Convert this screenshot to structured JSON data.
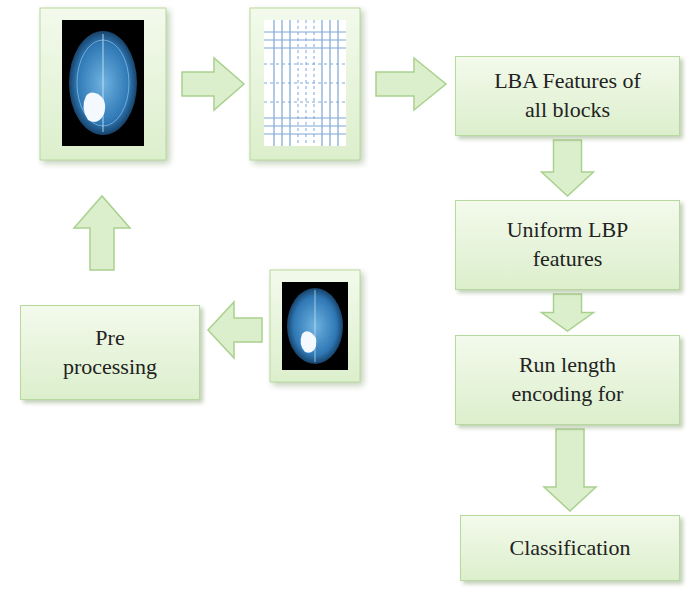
{
  "diagram": {
    "nodes": [
      {
        "text": [
          "Pre processing"
        ]
      },
      {
        "text": [
          "LBA Features of all blocks"
        ]
      },
      {
        "text": [
          "Uniform LBP features"
        ]
      },
      {
        "text": [
          "Run length encoding for"
        ]
      },
      {
        "text": [
          "Classification"
        ]
      }
    ],
    "edges": [
      {
        "from": 1,
        "to": 2,
        "arrow": "to"
      },
      {
        "from": 2,
        "to": 3,
        "arrow": "to"
      },
      {
        "from": 3,
        "to": 4,
        "arrow": "to"
      }
    ]
  }
}
